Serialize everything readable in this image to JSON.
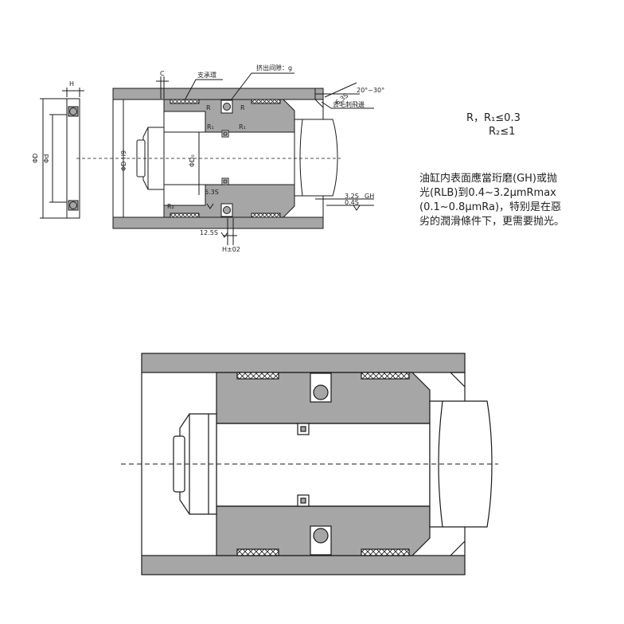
{
  "labels": {
    "width_h": "H",
    "dia_D": "ΦD",
    "dia_d": "Φd",
    "clearance_c": "C",
    "support_ring": "支承環",
    "extrusion_gap": "挤出间隙：g",
    "angle": "20°~30°",
    "rough_chamfer": "6.3S",
    "deburr": "去毛刺飛邊",
    "bore_dia": "ΦD H9",
    "groove_dia": "ΦD₀",
    "r_left": "R",
    "r_right": "R",
    "r1_left": "R₁",
    "r1_right": "R₁",
    "r2": "R₂",
    "rough_groove": "6.3S",
    "rough_bore_a": "3.2S",
    "rough_bore_gh": "GH",
    "rough_bore_b": "0.4S",
    "rough_bottom": "12.5S",
    "h_tol": "H±02"
  },
  "notes": {
    "formula_line1": "R，R₁≤0.3",
    "formula_line2": "R₂≤1",
    "description_lines": [
      "油缸内表面應當珩磨(GH)或抛",
      "光(RLB)到0.4~3.2μmRmax",
      "(0.1~0.8μmRa)，特别是在惡",
      "劣的潤滑條件下，更需要抛光。"
    ]
  },
  "colors": {
    "gray_fill": "#a6a6a6",
    "light_fill": "#ffffff",
    "line": "#1a1a1a"
  }
}
